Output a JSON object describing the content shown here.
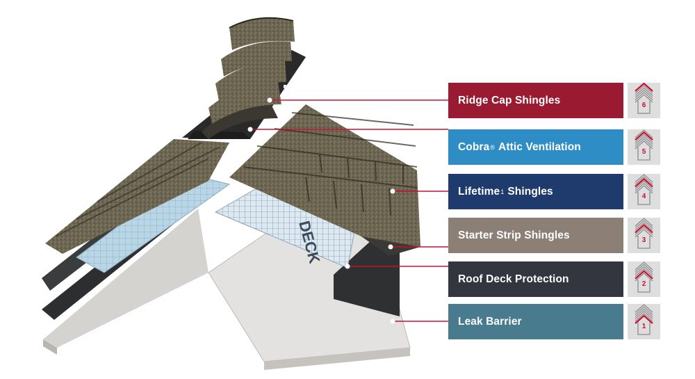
{
  "layers": [
    {
      "number": "6",
      "name": "Ridge Cap Shingles",
      "mark": "",
      "suffix": "",
      "color": "#9a1a31"
    },
    {
      "number": "5",
      "name": "Cobra",
      "mark": "®",
      "suffix": "Attic Ventilation",
      "color": "#2f8dc6"
    },
    {
      "number": "4",
      "name": "Lifetime",
      "mark": "1",
      "suffix": "Shingles",
      "color": "#1f3a6d"
    },
    {
      "number": "3",
      "name": "Starter Strip Shingles",
      "mark": "",
      "suffix": "",
      "color": "#8c7f76"
    },
    {
      "number": "2",
      "name": "Roof Deck Protection",
      "mark": "",
      "suffix": "",
      "color": "#33363f"
    },
    {
      "number": "1",
      "name": "Leak Barrier",
      "mark": "",
      "suffix": "",
      "color": "#477b8d"
    }
  ],
  "deck_brand_text": "DECK",
  "colors": {
    "leader_line": "#c8102e",
    "icon_bg": "#dedede",
    "icon_outline": "#8a8a8a"
  }
}
